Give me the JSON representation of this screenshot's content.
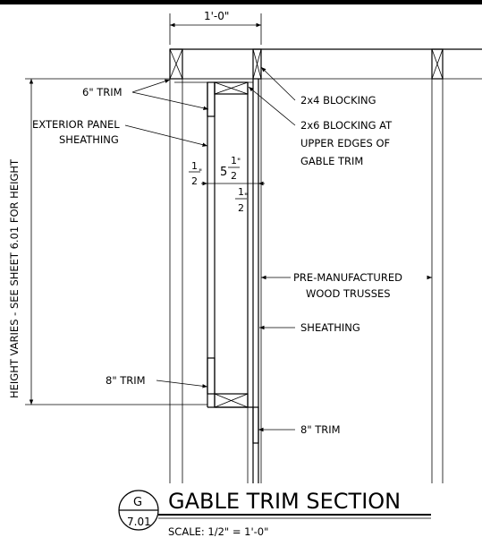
{
  "labels": {
    "top_dimension": "1'-0\"",
    "trim_6": "6\" TRIM",
    "blocking_2x4": "2x4 BLOCKING",
    "exterior_panel_line1": "EXTERIOR PANEL",
    "exterior_panel_line2": "SHEATHING",
    "blocking_2x6_line1": "2x6 BLOCKING AT",
    "blocking_2x6_line2": "UPPER EDGES OF",
    "blocking_2x6_line3": "GABLE TRIM",
    "height_note": "HEIGHT VARIES - SEE SHEET 6.01 FOR HEIGHT",
    "trusses_line1": "PRE-MANUFACTURED",
    "trusses_line2": "WOOD TRUSSES",
    "sheathing": "SHEATHING",
    "trim_8_left": "8\" TRIM",
    "trim_8_right": "8\" TRIM"
  },
  "fractions": {
    "half_left": {
      "num": "1",
      "den": "2",
      "unit": "\""
    },
    "five_half": {
      "whole": "5",
      "num": "1",
      "den": "2",
      "unit": "\""
    },
    "half_right": {
      "num": "1",
      "den": "2",
      "unit": "\""
    }
  },
  "title_block": {
    "detail_letter": "G",
    "sheet_number": "7.01",
    "title": "GABLE TRIM SECTION",
    "scale": "SCALE: 1/2\" = 1'-0\""
  }
}
